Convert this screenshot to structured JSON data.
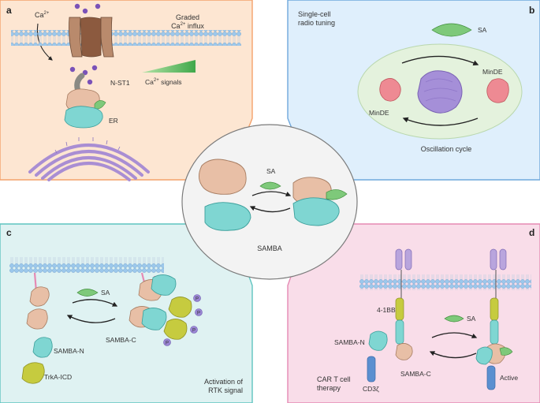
{
  "panels": {
    "a": {
      "letter": "a",
      "ca_in": "Ca",
      "ca_sup": "2+",
      "graded_l1": "Graded",
      "graded_l2_a": "Ca",
      "graded_l2_sup": "2+",
      "graded_l2_b": " influx",
      "signals_a": "Ca",
      "signals_sup": "2+",
      "signals_b": " signals",
      "nst1": "N-ST1",
      "er": "ER",
      "colors": {
        "bg": "#fde6d2",
        "border": "#f4a26b"
      }
    },
    "b": {
      "letter": "b",
      "title_l1": "Single-cell",
      "title_l2": "radio tuning",
      "sa": "SA",
      "minde_right": "MinDE",
      "minde_left": "MinDE",
      "cycle": "Oscillation cycle",
      "colors": {
        "bg": "#dfeffc",
        "border": "#6fa8dc"
      }
    },
    "c": {
      "letter": "c",
      "sa": "SA",
      "samba_n": "SAMBA-N",
      "samba_c": "SAMBA-C",
      "trka": "TrkA-ICD",
      "caption_l1": "Activation of",
      "caption_l2": "RTK signal",
      "phospho": "P",
      "colors": {
        "bg": "#dff2f2",
        "border": "#5fc4c0"
      }
    },
    "d": {
      "letter": "d",
      "sa": "SA",
      "four1bb": "4-1BB",
      "samba_n": "SAMBA-N",
      "samba_c": "SAMBA-C",
      "cd3z": "CD3ζ",
      "car_l1": "CAR T cell",
      "car_l2": "therapy",
      "active": "Active",
      "colors": {
        "bg": "#f9dde9",
        "border": "#e58ab4"
      }
    },
    "center": {
      "sa": "SA",
      "samba": "SAMBA"
    }
  },
  "colors": {
    "samba_n": "#e8bfa6",
    "samba_c": "#7fd6d2",
    "sa": "#7ec97a",
    "membrane": "#9cc8ec",
    "er": "#a98ed3",
    "minde": "#ee8a93",
    "mincore": "#a58fd8",
    "trka": "#c6cb3f",
    "car_purple": "#b9a5dd",
    "cd3z": "#5b8fd0"
  }
}
